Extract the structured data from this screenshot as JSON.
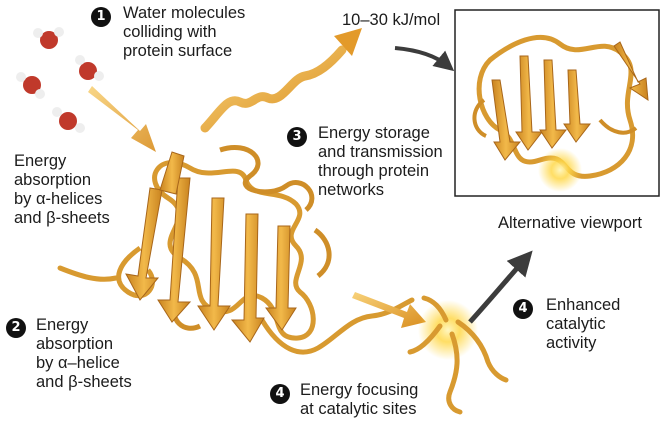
{
  "steps": [
    {
      "number": "1",
      "lines": [
        "Water molecules",
        "colliding with",
        "protein surface"
      ]
    },
    {
      "number": "2",
      "lines": [
        "Energy",
        "absorption",
        "by α–helice",
        "and β-sheets"
      ]
    },
    {
      "number": "3",
      "lines": [
        "Energy storage",
        "and transmission",
        "through protein",
        "networks"
      ]
    },
    {
      "number": "4",
      "lines": [
        "Energy focusing",
        "at catalytic sites"
      ]
    },
    {
      "number": "4",
      "lines": [
        "Enhanced",
        "catalytic",
        "activity"
      ]
    }
  ],
  "energy_absorption_label": [
    "Energy",
    "absorption",
    "by α-helices",
    "and β-sheets"
  ],
  "energy_range_label": "10–30 kJ/mol",
  "inset_caption": "Alternative viewport",
  "colors": {
    "protein": "#e9a93a",
    "protein_dark": "#b8761d",
    "oxygen": "#c0392b",
    "hydrogen": "#f2f2f2",
    "dark_arrow": "#3c3c3c",
    "glow": "#ffe066"
  },
  "icons": [
    "water-molecule-icon",
    "energy-arrow-icon",
    "protein-structure",
    "catalytic-site-glow"
  ]
}
